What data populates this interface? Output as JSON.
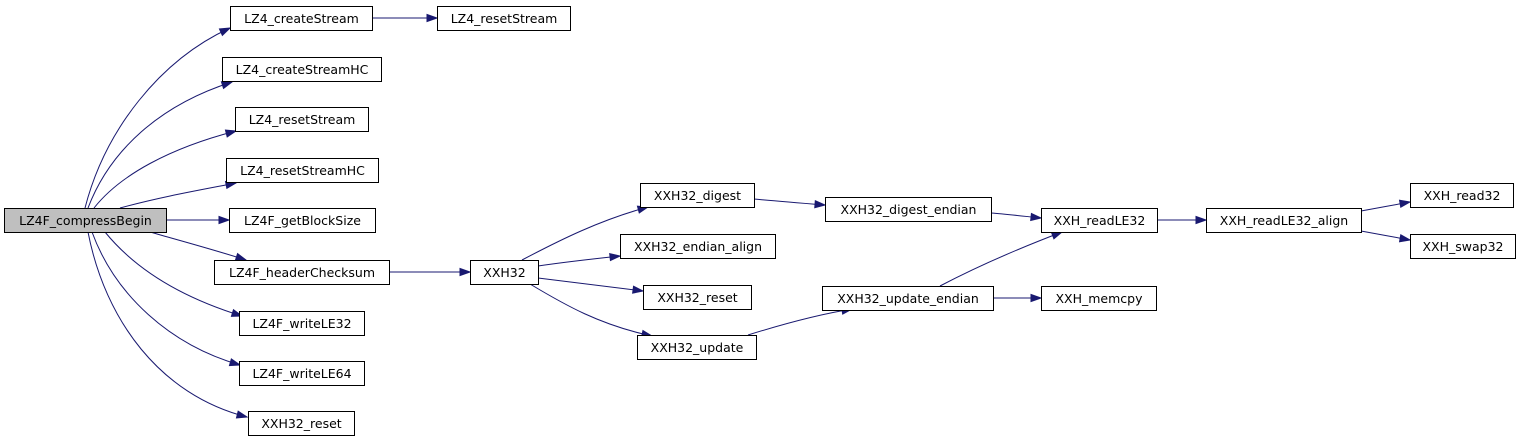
{
  "diagram": {
    "root": "LZ4F_compressBegin",
    "edge_color": "#191970",
    "root_fill": "#bfbfbf",
    "nodes": [
      {
        "id": "lz4f_compressbegin",
        "label": "LZ4F_compressBegin"
      },
      {
        "id": "lz4_createstream",
        "label": "LZ4_createStream"
      },
      {
        "id": "lz4_resetstream_a",
        "label": "LZ4_resetStream"
      },
      {
        "id": "lz4_createstreamhc",
        "label": "LZ4_createStreamHC"
      },
      {
        "id": "lz4_resetstream_b",
        "label": "LZ4_resetStream"
      },
      {
        "id": "lz4_resetstreamhc",
        "label": "LZ4_resetStreamHC"
      },
      {
        "id": "lz4f_getblocksize",
        "label": "LZ4F_getBlockSize"
      },
      {
        "id": "lz4f_headerchecksum",
        "label": "LZ4F_headerChecksum"
      },
      {
        "id": "lz4f_writele32",
        "label": "LZ4F_writeLE32"
      },
      {
        "id": "lz4f_writele64",
        "label": "LZ4F_writeLE64"
      },
      {
        "id": "xxh32_reset_a",
        "label": "XXH32_reset"
      },
      {
        "id": "xxh32",
        "label": "XXH32"
      },
      {
        "id": "xxh32_digest",
        "label": "XXH32_digest"
      },
      {
        "id": "xxh32_endian_align",
        "label": "XXH32_endian_align"
      },
      {
        "id": "xxh32_reset_b",
        "label": "XXH32_reset"
      },
      {
        "id": "xxh32_update",
        "label": "XXH32_update"
      },
      {
        "id": "xxh32_digest_endian",
        "label": "XXH32_digest_endian"
      },
      {
        "id": "xxh32_update_endian",
        "label": "XXH32_update_endian"
      },
      {
        "id": "xxh_readle32",
        "label": "XXH_readLE32"
      },
      {
        "id": "xxh_memcpy",
        "label": "XXH_memcpy"
      },
      {
        "id": "xxh_readle32_align",
        "label": "XXH_readLE32_align"
      },
      {
        "id": "xxh_read32",
        "label": "XXH_read32"
      },
      {
        "id": "xxh_swap32",
        "label": "XXH_swap32"
      }
    ],
    "edges": [
      {
        "from": "lz4f_compressbegin",
        "to": "lz4_createstream"
      },
      {
        "from": "lz4f_compressbegin",
        "to": "lz4_createstreamhc"
      },
      {
        "from": "lz4f_compressbegin",
        "to": "lz4_resetstream_b"
      },
      {
        "from": "lz4f_compressbegin",
        "to": "lz4_resetstreamhc"
      },
      {
        "from": "lz4f_compressbegin",
        "to": "lz4f_getblocksize"
      },
      {
        "from": "lz4f_compressbegin",
        "to": "lz4f_headerchecksum"
      },
      {
        "from": "lz4f_compressbegin",
        "to": "lz4f_writele32"
      },
      {
        "from": "lz4f_compressbegin",
        "to": "lz4f_writele64"
      },
      {
        "from": "lz4f_compressbegin",
        "to": "xxh32_reset_a"
      },
      {
        "from": "lz4_createstream",
        "to": "lz4_resetstream_a"
      },
      {
        "from": "lz4f_headerchecksum",
        "to": "xxh32"
      },
      {
        "from": "xxh32",
        "to": "xxh32_digest"
      },
      {
        "from": "xxh32",
        "to": "xxh32_endian_align"
      },
      {
        "from": "xxh32",
        "to": "xxh32_reset_b"
      },
      {
        "from": "xxh32",
        "to": "xxh32_update"
      },
      {
        "from": "xxh32_digest",
        "to": "xxh32_digest_endian"
      },
      {
        "from": "xxh32_digest_endian",
        "to": "xxh_readle32"
      },
      {
        "from": "xxh32_update",
        "to": "xxh32_update_endian"
      },
      {
        "from": "xxh32_update_endian",
        "to": "xxh_readle32"
      },
      {
        "from": "xxh32_update_endian",
        "to": "xxh_memcpy"
      },
      {
        "from": "xxh_readle32",
        "to": "xxh_readle32_align"
      },
      {
        "from": "xxh_readle32_align",
        "to": "xxh_read32"
      },
      {
        "from": "xxh_readle32_align",
        "to": "xxh_swap32"
      }
    ]
  }
}
